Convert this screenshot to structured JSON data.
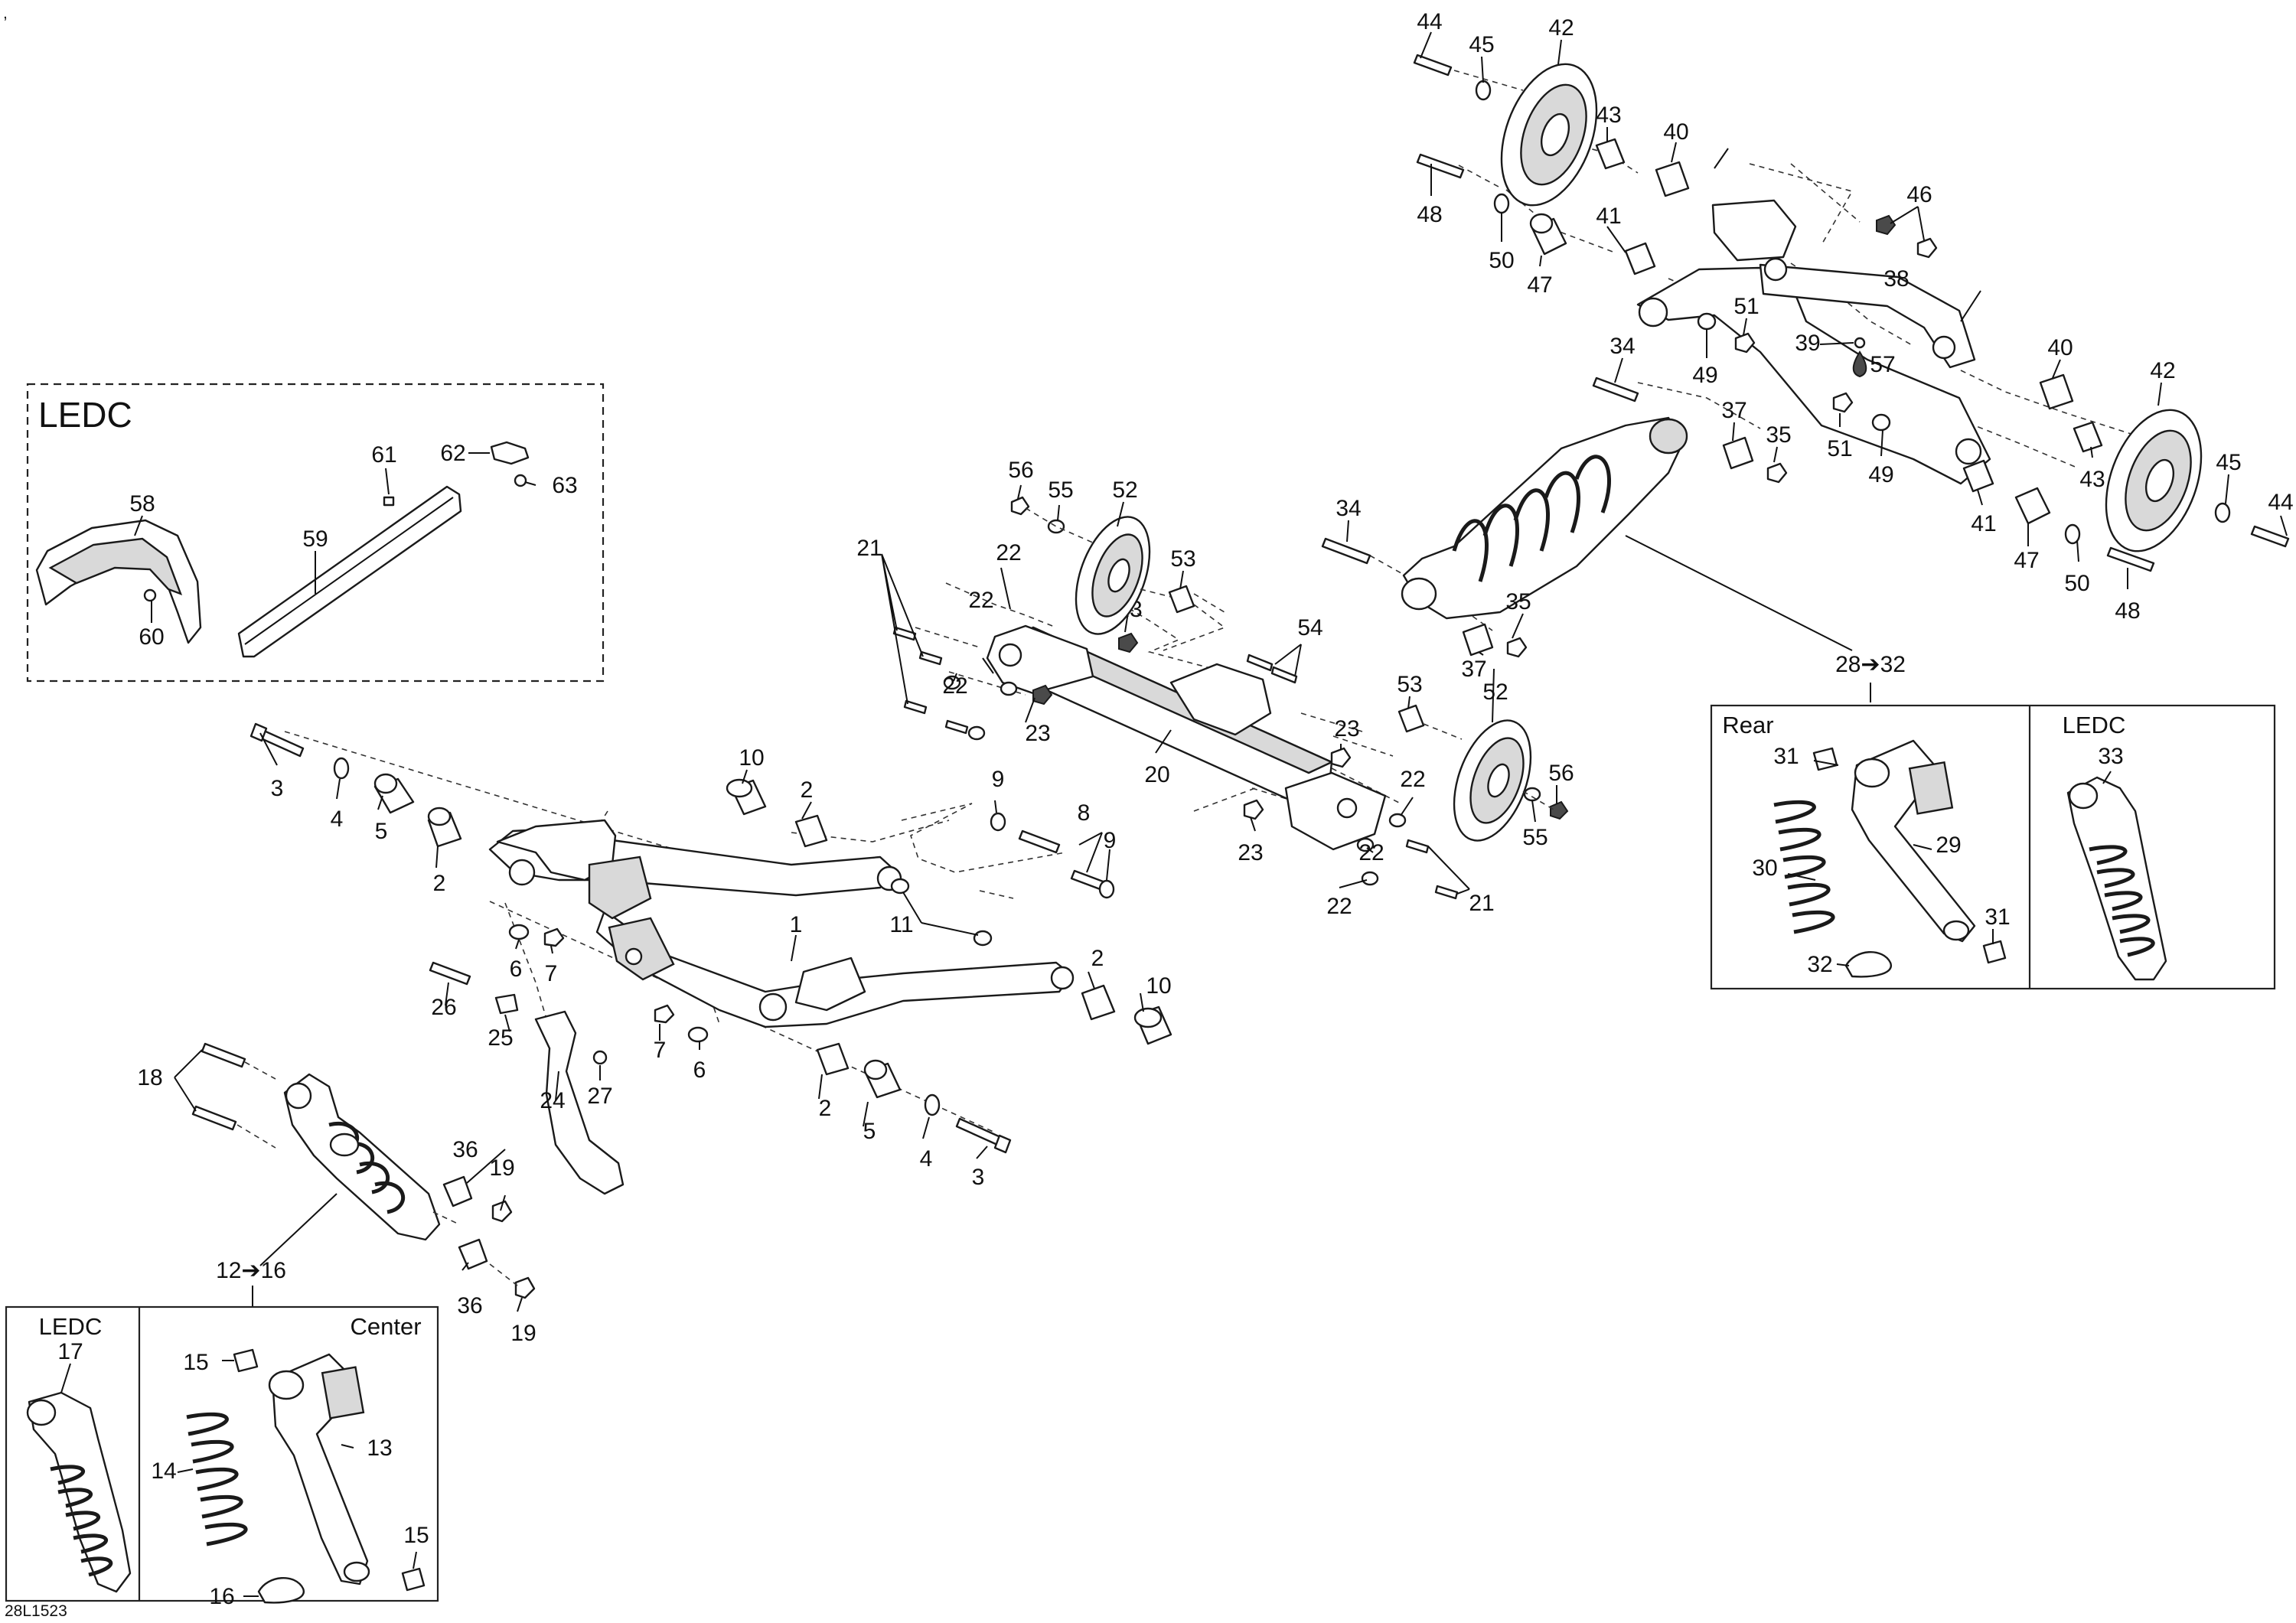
{
  "labels": {
    "n1": "1",
    "n2": "2",
    "n3": "3",
    "n4": "4",
    "n5": "5",
    "n6": "6",
    "n7": "7",
    "n8": "8",
    "n9": "9",
    "n10": "10",
    "n11": "11",
    "n12_16": "12➔16",
    "n13": "13",
    "n14": "14",
    "n15": "15",
    "n16": "16",
    "n17": "17",
    "n18": "18",
    "n19": "19",
    "n20": "20",
    "n21": "21",
    "n22": "22",
    "n23": "23",
    "n24": "24",
    "n25": "25",
    "n26": "26",
    "n27": "27",
    "n28_32": "28➔32",
    "n29": "29",
    "n30": "30",
    "n31": "31",
    "n32": "32",
    "n33": "33",
    "n34": "34",
    "n35": "35",
    "n36": "36",
    "n37": "37",
    "n38": "38",
    "n39": "39",
    "n40": "40",
    "n41": "41",
    "n42": "42",
    "n43": "43",
    "n44": "44",
    "n45": "45",
    "n46": "46",
    "n47": "47",
    "n48": "48",
    "n49": "49",
    "n50": "50",
    "n51": "51",
    "n52": "52",
    "n53": "53",
    "n54": "54",
    "n55": "55",
    "n56": "56",
    "n57": "57",
    "n58": "58",
    "n59": "59",
    "n60": "60",
    "n61": "61",
    "n62": "62",
    "n63": "63"
  },
  "boxes": {
    "ledc_top_title": "LEDC",
    "rear_title": "Rear",
    "rear_ledc_title": "LEDC",
    "bottom_ledc_title": "LEDC",
    "center_title": "Center"
  },
  "corner_mark": ",",
  "reference": "28L1523"
}
